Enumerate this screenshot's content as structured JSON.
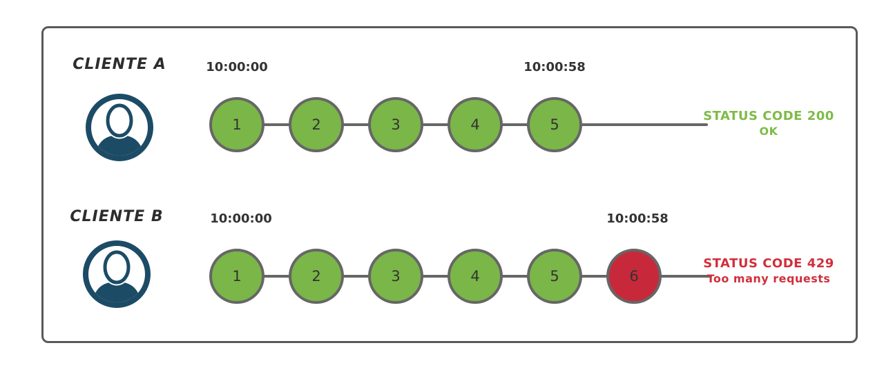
{
  "diagram": {
    "rows": [
      {
        "client_label": "CLIENTE A",
        "start_time": "10:00:00",
        "end_time": "10:00:58",
        "requests": [
          {
            "n": "1",
            "state": "ok"
          },
          {
            "n": "2",
            "state": "ok"
          },
          {
            "n": "3",
            "state": "ok"
          },
          {
            "n": "4",
            "state": "ok"
          },
          {
            "n": "5",
            "state": "ok"
          }
        ],
        "status_code_line": "STATUS CODE 200",
        "status_message": "OK",
        "status_type": "success"
      },
      {
        "client_label": "CLIENTE B",
        "start_time": "10:00:00",
        "end_time": "10:00:58",
        "requests": [
          {
            "n": "1",
            "state": "ok"
          },
          {
            "n": "2",
            "state": "ok"
          },
          {
            "n": "3",
            "state": "ok"
          },
          {
            "n": "4",
            "state": "ok"
          },
          {
            "n": "5",
            "state": "ok"
          },
          {
            "n": "6",
            "state": "blocked"
          }
        ],
        "status_code_line": "STATUS CODE 429",
        "status_message": "Too many requests",
        "status_type": "error"
      }
    ],
    "icons": [
      {
        "name": "user-avatar-icon",
        "meaning": "client user silhouette"
      }
    ],
    "colors": {
      "request_ok": "#7ab648",
      "request_blocked": "#c8293a",
      "status_success_text": "#7dbb47",
      "status_error_text": "#d02f3c",
      "avatar_navy": "#1c4b66",
      "connector_gray": "#666666",
      "frame_border": "#595959",
      "text_dark": "#2d2d2d"
    }
  }
}
